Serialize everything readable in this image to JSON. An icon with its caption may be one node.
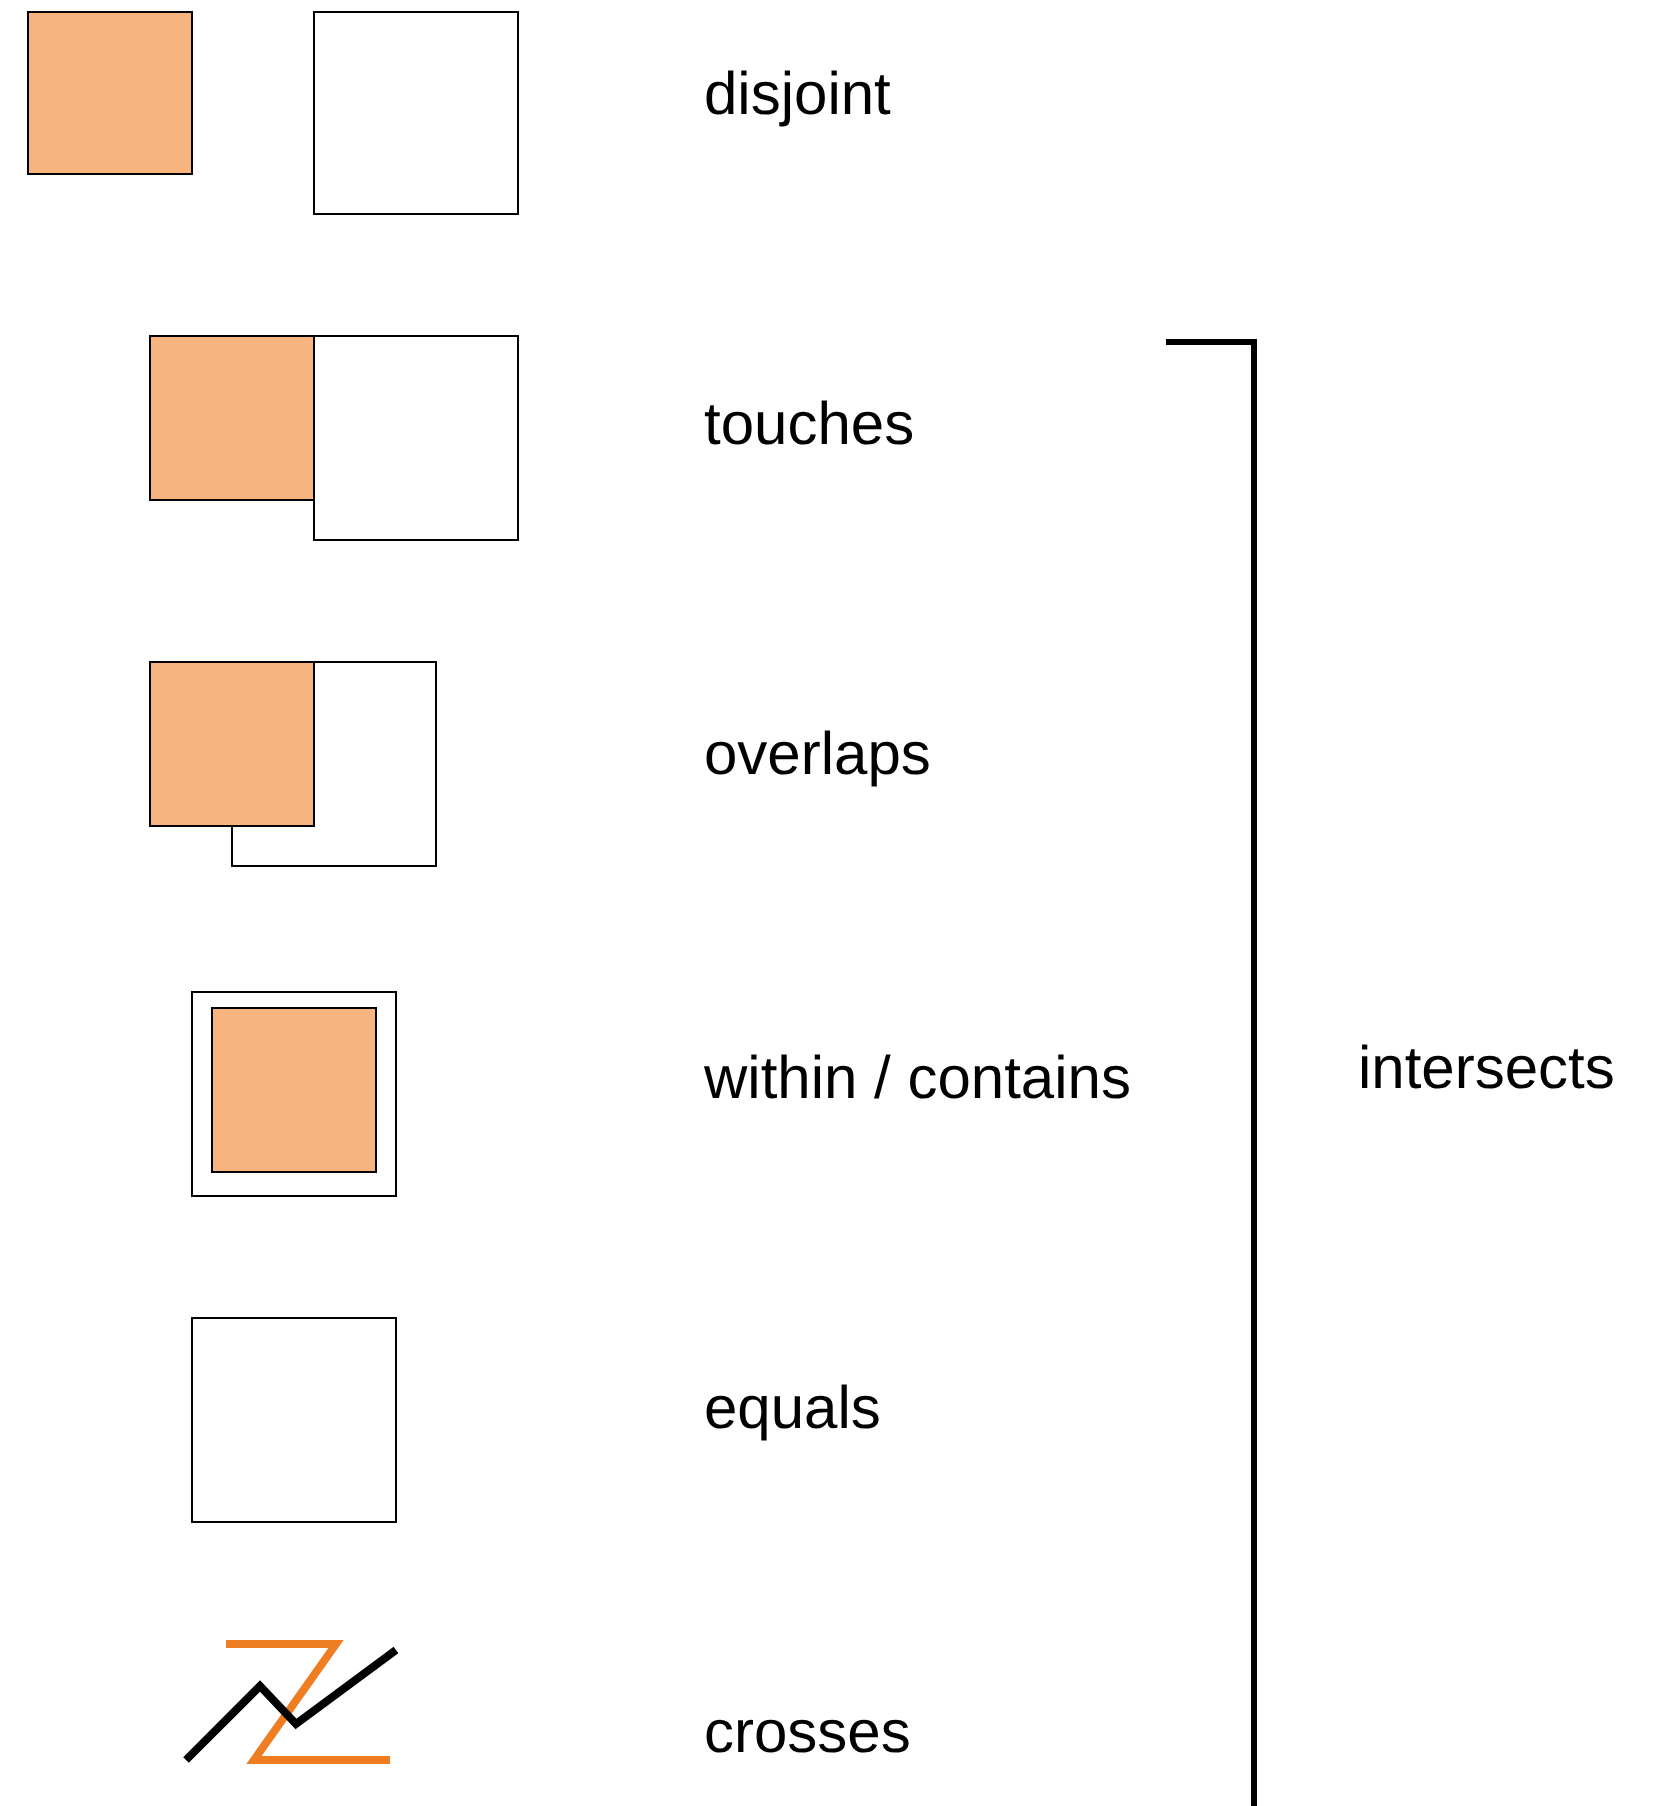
{
  "diagram": {
    "labels": [
      "disjoint",
      "touches",
      "overlaps",
      "within / contains",
      "equals",
      "crosses",
      "intersects"
    ]
  }
}
